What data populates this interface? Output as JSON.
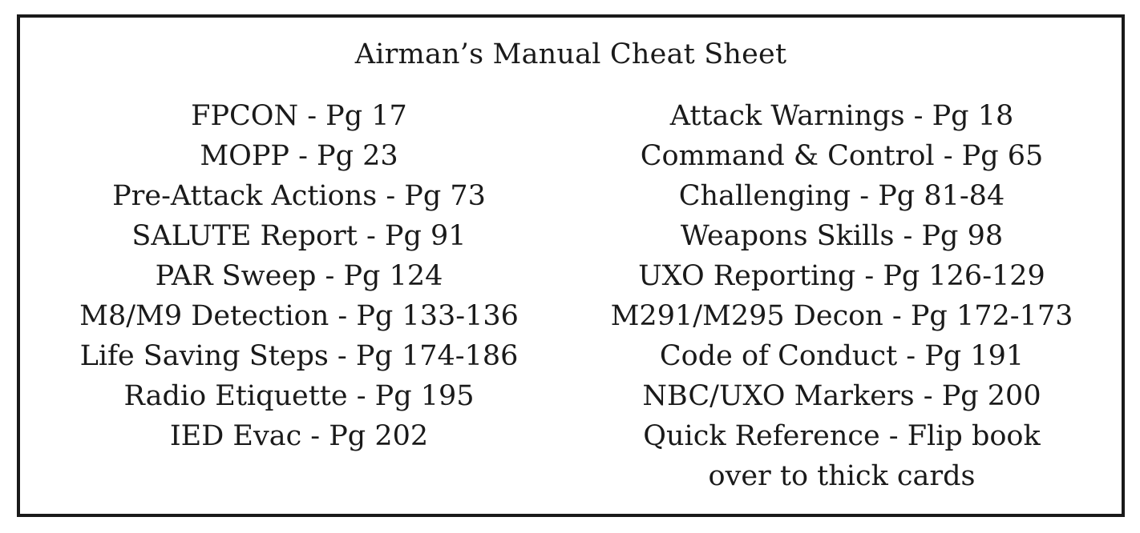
{
  "title": "Airman’s Manual Cheat Sheet",
  "left_column": [
    "FPCON - Pg 17",
    "MOPP - Pg 23",
    "Pre-Attack Actions - Pg 73",
    "SALUTE Report - Pg 91",
    "PAR Sweep - Pg 124",
    "M8/M9 Detection - Pg 133-136",
    "Life Saving Steps - Pg 174-186",
    "Radio Etiquette - Pg 195",
    "IED Evac - Pg 202"
  ],
  "right_column": [
    "Attack Warnings - Pg 18",
    "Command & Control - Pg 65",
    "Challenging - Pg 81-84",
    "Weapons Skills - Pg 98",
    "UXO Reporting - Pg 126-129",
    "M291/M295 Decon - Pg 172-173",
    "Code of Conduct - Pg 191",
    "NBC/UXO Markers - Pg 200",
    "Quick Reference - Flip book",
    "over to thick cards"
  ]
}
